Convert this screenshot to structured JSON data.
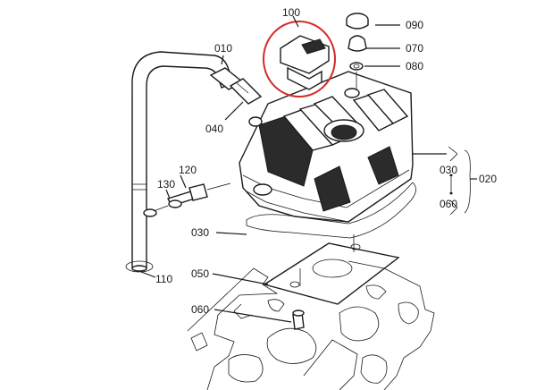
{
  "highlight_color": "#d42a2a",
  "line_color": "#1a1a1a",
  "labels": {
    "p100": "100",
    "p090": "090",
    "p070": "070",
    "p080": "080",
    "p010": "010",
    "p040": "040",
    "p120": "120",
    "p130": "130",
    "p030_right": "030",
    "p060_right": "060",
    "p020": "020",
    "p030_left": "030",
    "p050": "050",
    "p060_left": "060",
    "p110": "110"
  }
}
